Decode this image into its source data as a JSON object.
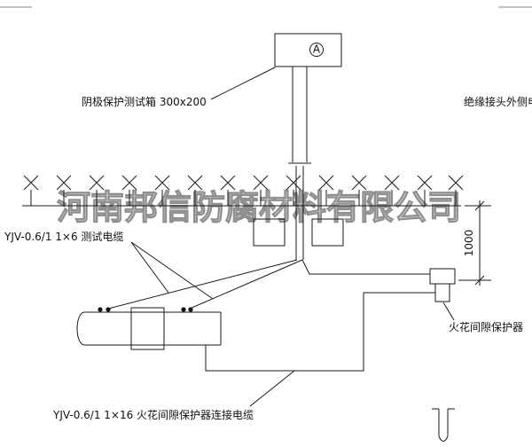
{
  "watermark": "河南邦信防腐材料有限公司",
  "labels": {
    "test_box": "阴极保护测试箱 300x200",
    "insulated_joint_cable": "绝缘接头外侧电缆",
    "test_cable": "YJV-0.6/1 1×6  测试电缆",
    "spark_gap_protector": "火花间隙保护器",
    "protector_cable": "YJV-0.6/1 1×16  火花间隙保护器连接电缆"
  },
  "dimension": {
    "depth": "1000"
  },
  "symbols": {
    "meter": "A"
  }
}
